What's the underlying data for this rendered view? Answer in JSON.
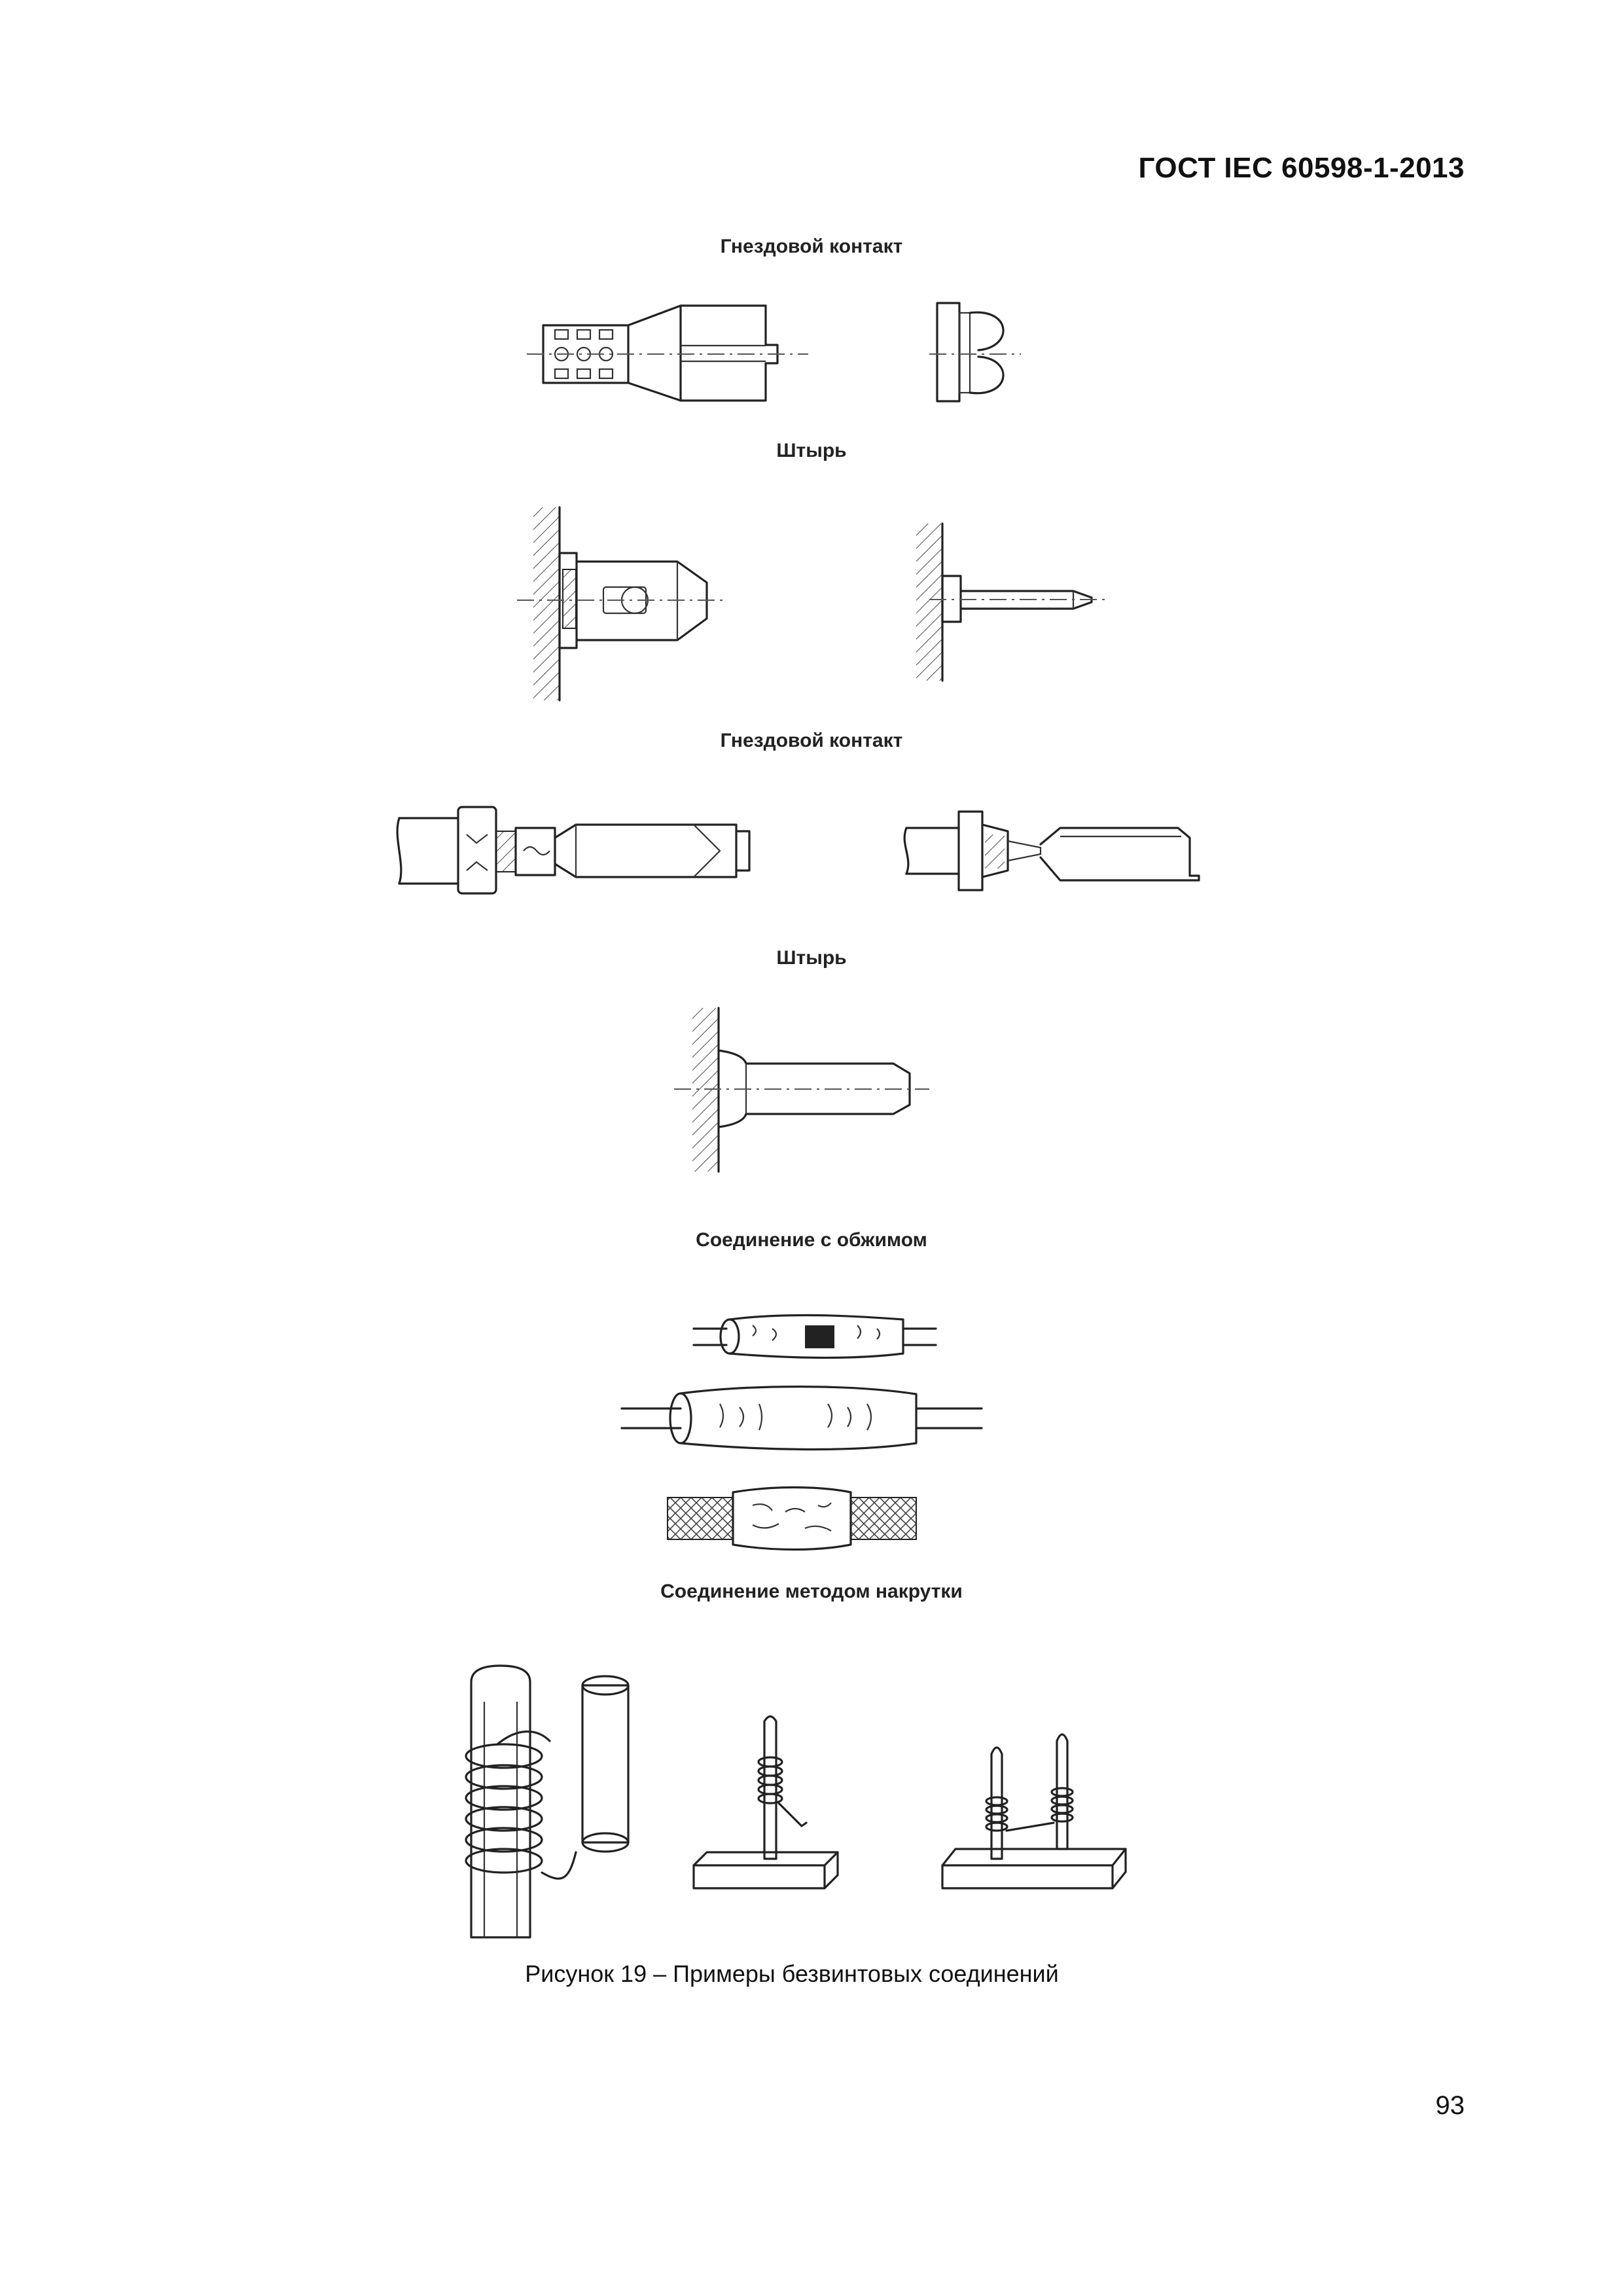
{
  "header": {
    "standard": "ГОСТ IEC 60598-1-2013"
  },
  "sections": [
    {
      "label": "Гнездовой контакт"
    },
    {
      "label": "Штырь"
    },
    {
      "label": "Гнездовой контакт"
    },
    {
      "label": "Штырь"
    },
    {
      "label": "Соединение с обжимом"
    },
    {
      "label": "Соединение методом накрутки"
    }
  ],
  "figure": {
    "caption": "Рисунок 19 – Примеры безвинтовых соединений"
  },
  "footer": {
    "page_number": "93"
  }
}
